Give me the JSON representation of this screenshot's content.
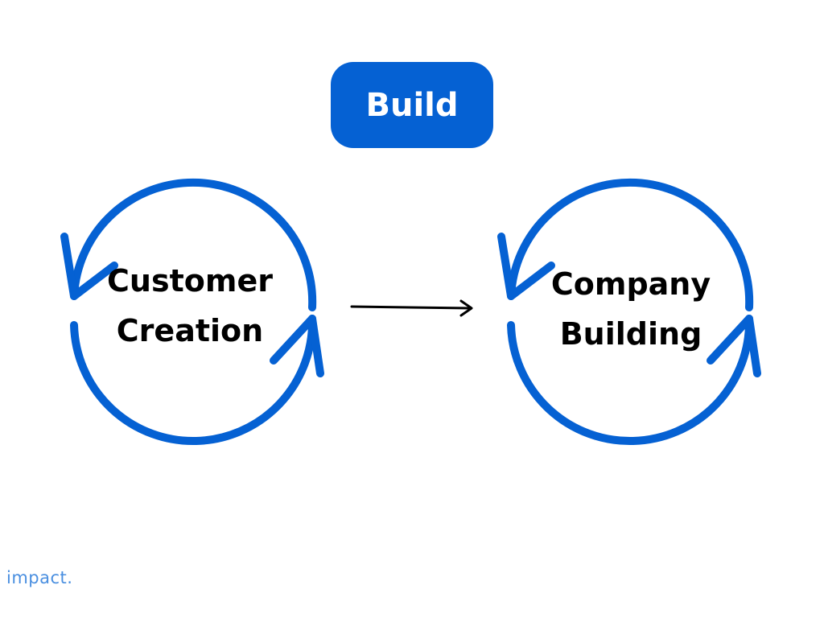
{
  "header": {
    "title": "Build"
  },
  "nodes": [
    {
      "line1": "Customer",
      "line2": "Creation"
    },
    {
      "line1": "Company",
      "line2": "Building"
    }
  ],
  "logo": {
    "text": "impact."
  },
  "colors": {
    "accent": "#0561d3",
    "connector": "#000000",
    "logo": "#4a8fe0"
  },
  "icons": {
    "cycle": "circular-refresh-arrows",
    "connector": "right-arrow"
  }
}
